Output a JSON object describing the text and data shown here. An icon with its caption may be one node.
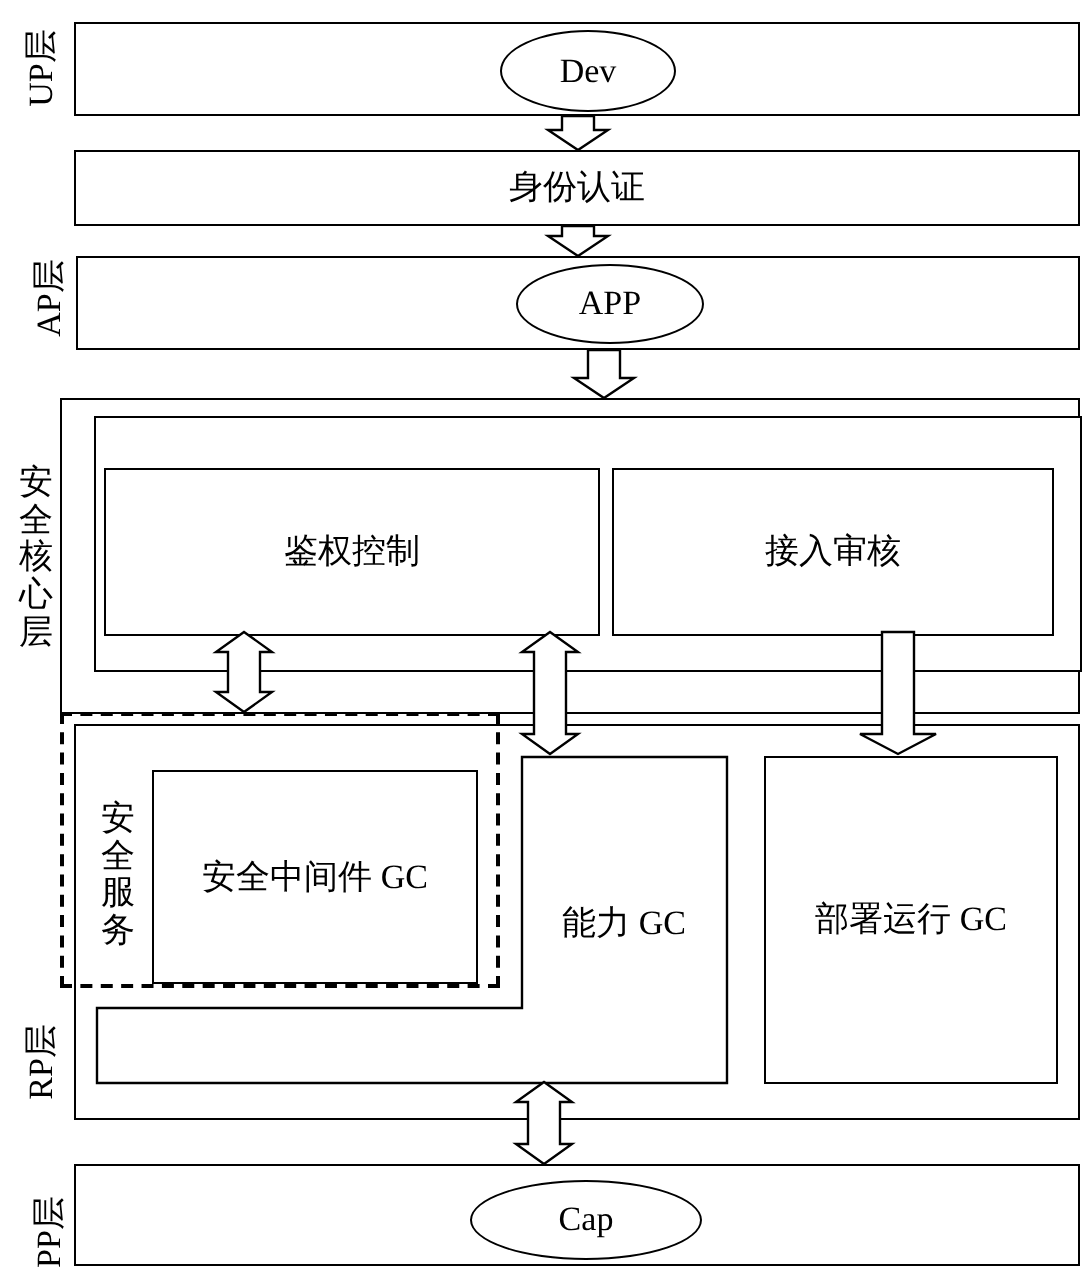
{
  "diagram": {
    "nodes": [
      {
        "text": [
          "UP层"
        ]
      },
      {
        "text": [
          "Dev"
        ],
        "in": 0
      },
      {
        "text": [
          "身份认证"
        ]
      },
      {
        "text": [
          "AP层"
        ]
      },
      {
        "text": [
          "APP"
        ],
        "in": 3
      },
      {
        "text": [
          "安全核心层"
        ]
      },
      {
        "text": [],
        "shape": "box",
        "in": 5
      },
      {
        "text": [
          "鉴权控制"
        ],
        "in": 6
      },
      {
        "text": [
          "接入审核"
        ],
        "in": 6
      },
      {
        "text": [
          "RP层"
        ]
      },
      {
        "text": [
          "安全服务"
        ]
      },
      {
        "text": [
          "安全中间件 GC"
        ],
        "in": 10
      },
      {
        "text": [
          "能力 GC"
        ],
        "in": 9
      },
      {
        "text": [
          "部署运行 GC"
        ],
        "in": 9
      },
      {
        "text": [
          "PP层"
        ]
      },
      {
        "text": [
          "Cap"
        ],
        "in": 14
      }
    ],
    "edges": [
      {
        "from": 0,
        "to": 2,
        "arrow": "to"
      },
      {
        "from": 2,
        "to": 3,
        "arrow": "to"
      },
      {
        "from": 3,
        "to": 5,
        "arrow": "to"
      },
      {
        "from": 7,
        "to": 10,
        "arrow": "both"
      },
      {
        "from": 7,
        "to": 12,
        "arrow": "both"
      },
      {
        "from": 8,
        "to": 13,
        "arrow": "to"
      },
      {
        "from": 12,
        "to": 14,
        "arrow": "both"
      }
    ]
  }
}
